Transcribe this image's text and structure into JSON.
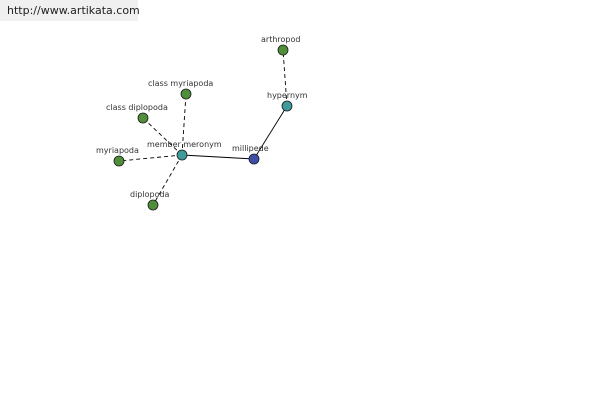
{
  "site": {
    "url": "http://www.artikata.com"
  },
  "colors": {
    "green_node": "#4f8f3a",
    "teal_node": "#3f9a9a",
    "blue_node": "#3f4fa8",
    "edge": "#000000"
  },
  "nodes": {
    "millipede": {
      "label": "millipede",
      "kind": "blue"
    },
    "member_meronym": {
      "label": "member meronym",
      "kind": "teal"
    },
    "hypernym": {
      "label": "hypernym",
      "kind": "teal"
    },
    "arthropod": {
      "label": "arthropod",
      "kind": "green"
    },
    "class_myriapoda": {
      "label": "class myriapoda",
      "kind": "green"
    },
    "class_diplopoda": {
      "label": "class diplopoda",
      "kind": "green"
    },
    "myriapoda": {
      "label": "myriapoda",
      "kind": "green"
    },
    "diplopoda": {
      "label": "diplopoda",
      "kind": "green"
    }
  },
  "edges": [
    {
      "from": "millipede",
      "to": "member_meronym",
      "style": "solid"
    },
    {
      "from": "millipede",
      "to": "hypernym",
      "style": "solid"
    },
    {
      "from": "hypernym",
      "to": "arthropod",
      "style": "dashed"
    },
    {
      "from": "member_meronym",
      "to": "class_myriapoda",
      "style": "dashed"
    },
    {
      "from": "member_meronym",
      "to": "class_diplopoda",
      "style": "dashed"
    },
    {
      "from": "member_meronym",
      "to": "myriapoda",
      "style": "dashed"
    },
    {
      "from": "member_meronym",
      "to": "diplopoda",
      "style": "dashed"
    }
  ]
}
